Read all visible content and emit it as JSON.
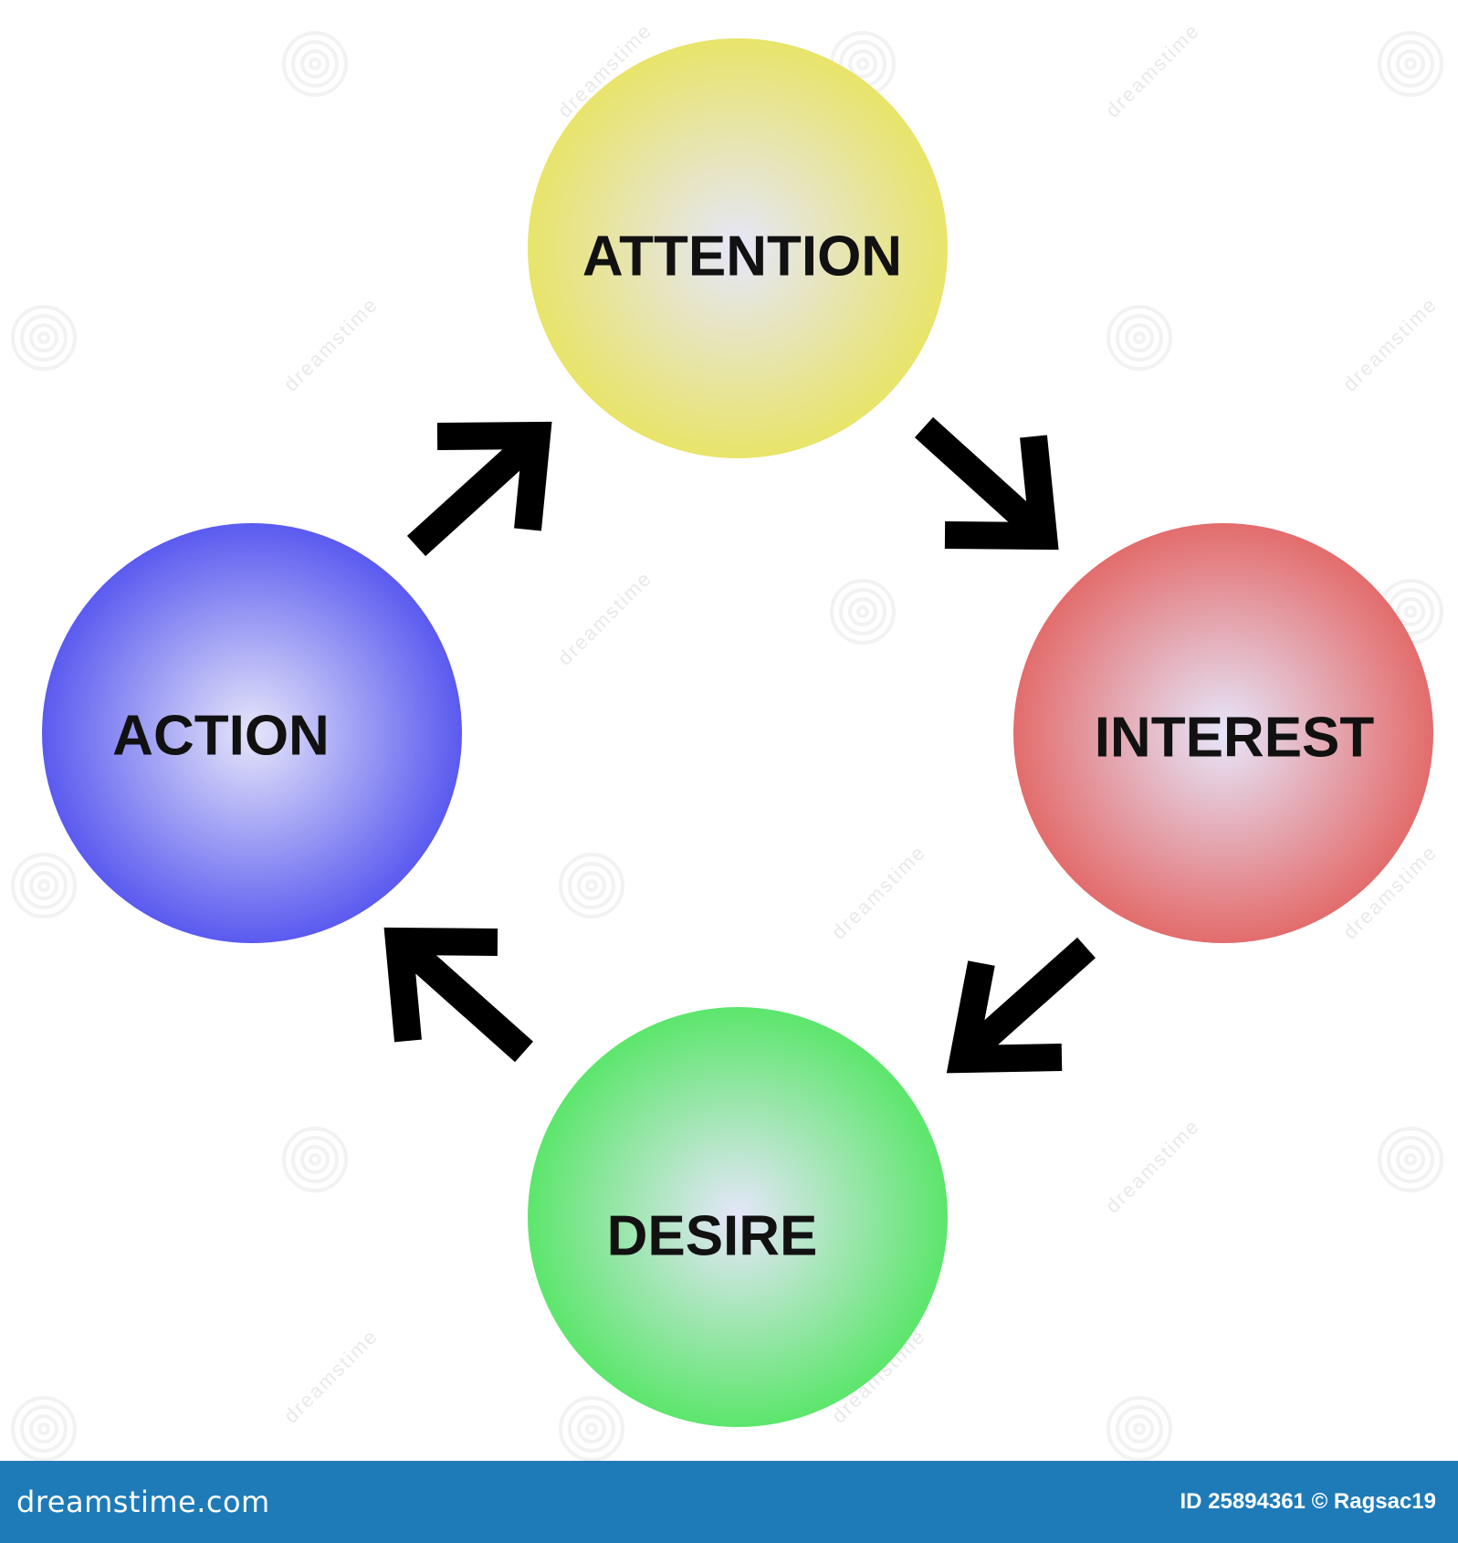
{
  "diagram": {
    "nodes": [
      {
        "id": "attention",
        "label": "ATTENTION",
        "color": "#e8e46a"
      },
      {
        "id": "interest",
        "label": "INTEREST",
        "color": "#e36c6c"
      },
      {
        "id": "desire",
        "label": "DESIRE",
        "color": "#5ce66c"
      },
      {
        "id": "action",
        "label": "ACTION",
        "color": "#5a5af0"
      }
    ],
    "edges": [
      {
        "from": "attention",
        "to": "interest"
      },
      {
        "from": "interest",
        "to": "desire"
      },
      {
        "from": "desire",
        "to": "action"
      },
      {
        "from": "action",
        "to": "attention"
      }
    ],
    "highlight_color": "#e6e6fa",
    "arrow_color": "#000000"
  },
  "watermark": {
    "brand": "dreamstime",
    "icon": "spiral-watermark-icon"
  },
  "footer": {
    "brand": "dreamstime.com",
    "credit": "ID 25894361 © Ragsac19",
    "background": "#1e7bb8"
  }
}
